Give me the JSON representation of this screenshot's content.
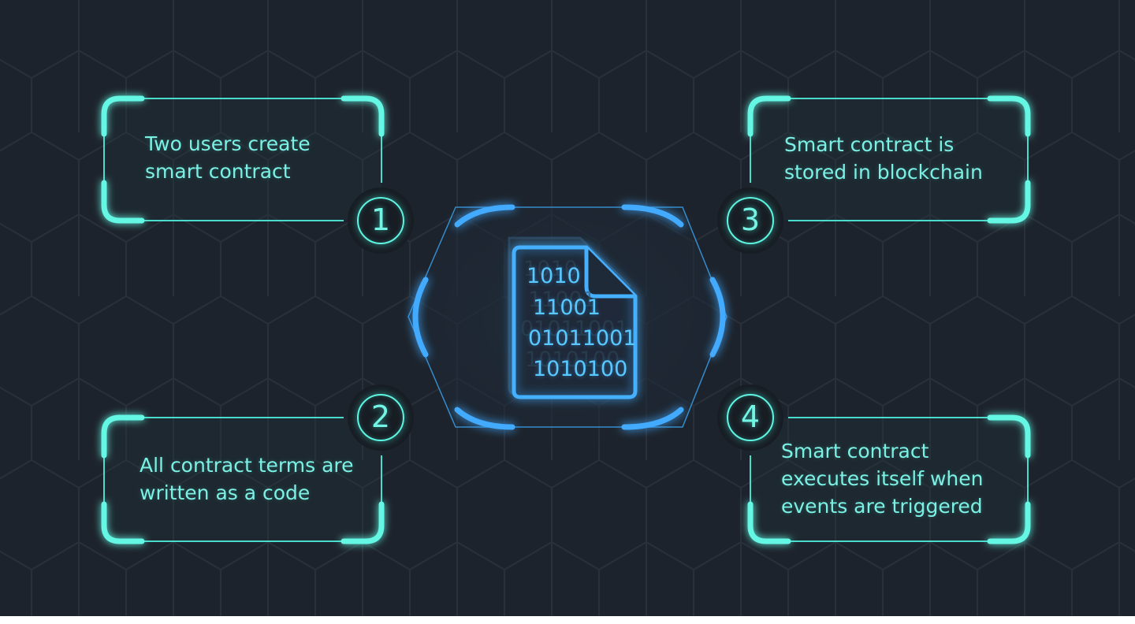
{
  "colors": {
    "background": "#1d232c",
    "accent_teal": "#5ef5e2",
    "accent_blue": "#3aa8ff"
  },
  "center": {
    "icon": "binary-document-icon",
    "code_lines": [
      "1010",
      "11001",
      "01011001",
      "1010100"
    ]
  },
  "steps": [
    {
      "number": "1",
      "lines": [
        "Two users create",
        "smart contract"
      ]
    },
    {
      "number": "2",
      "lines": [
        "All contract terms are",
        "written as a code"
      ]
    },
    {
      "number": "3",
      "lines": [
        "Smart contract is",
        "stored in blockchain"
      ]
    },
    {
      "number": "4",
      "lines": [
        "Smart contract",
        "executes itself when",
        "events are triggered"
      ]
    }
  ]
}
